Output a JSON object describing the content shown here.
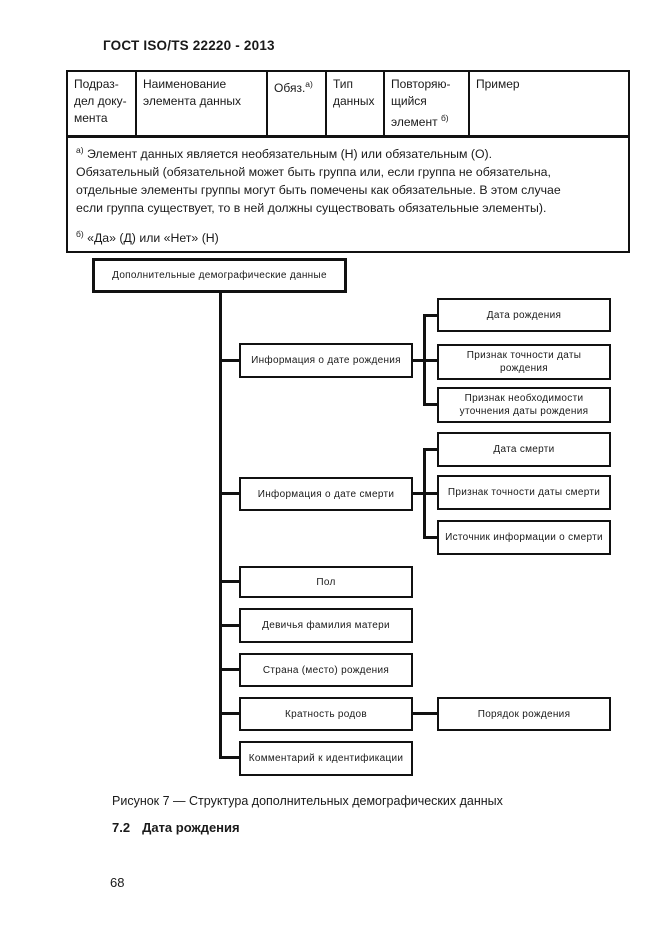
{
  "colors": {
    "ink": "#1a1a1a",
    "background": "#ffffff"
  },
  "page": {
    "title": "ГОСТ ISO/TS 22220 - 2013",
    "number": "68"
  },
  "table": {
    "columns": [
      {
        "label": "Подраз-дел доку-мента",
        "sup": ""
      },
      {
        "label": "Наименование элемента данных",
        "sup": ""
      },
      {
        "label": "Обяз.",
        "sup": "а)"
      },
      {
        "label": "Тип данных",
        "sup": ""
      },
      {
        "label": "Повторяю-щийся элемент",
        "sup": "б)"
      },
      {
        "label": "Пример",
        "sup": ""
      }
    ],
    "footnote_a": {
      "marker": "а)",
      "lines": [
        "Элемент данных является необязательным (Н) или обязательным (О).",
        "Обязательный (обязательной может быть группа или, если группа не обязательна,",
        "отдельные элементы группы могут быть помечены как обязательные.  В этом случае",
        "если группа существует, то в ней должны существовать обязательные элементы)."
      ]
    },
    "footnote_b": {
      "marker": "б)",
      "text": "«Да» (Д) или «Нет» (Н)"
    }
  },
  "diagram": {
    "root": "Дополнительные демографические данные",
    "nodes": [
      "Информация о дате рождения",
      "Дата рождения",
      "Признак точности даты рождения",
      "Признак необходимости уточнения даты рождения",
      "Информация о дате смерти",
      "Дата смерти",
      "Признак точности даты смерти",
      "Источник информации о смерти",
      "Пол",
      "Девичья фамилия матери",
      "Страна (место) рождения",
      "Кратность родов",
      "Порядок рождения",
      "Комментарий к идентификации"
    ]
  },
  "caption": "Рисунок 7 — Структура дополнительных демографических данных",
  "section": {
    "number": "7.2",
    "title": "Дата рождения"
  }
}
